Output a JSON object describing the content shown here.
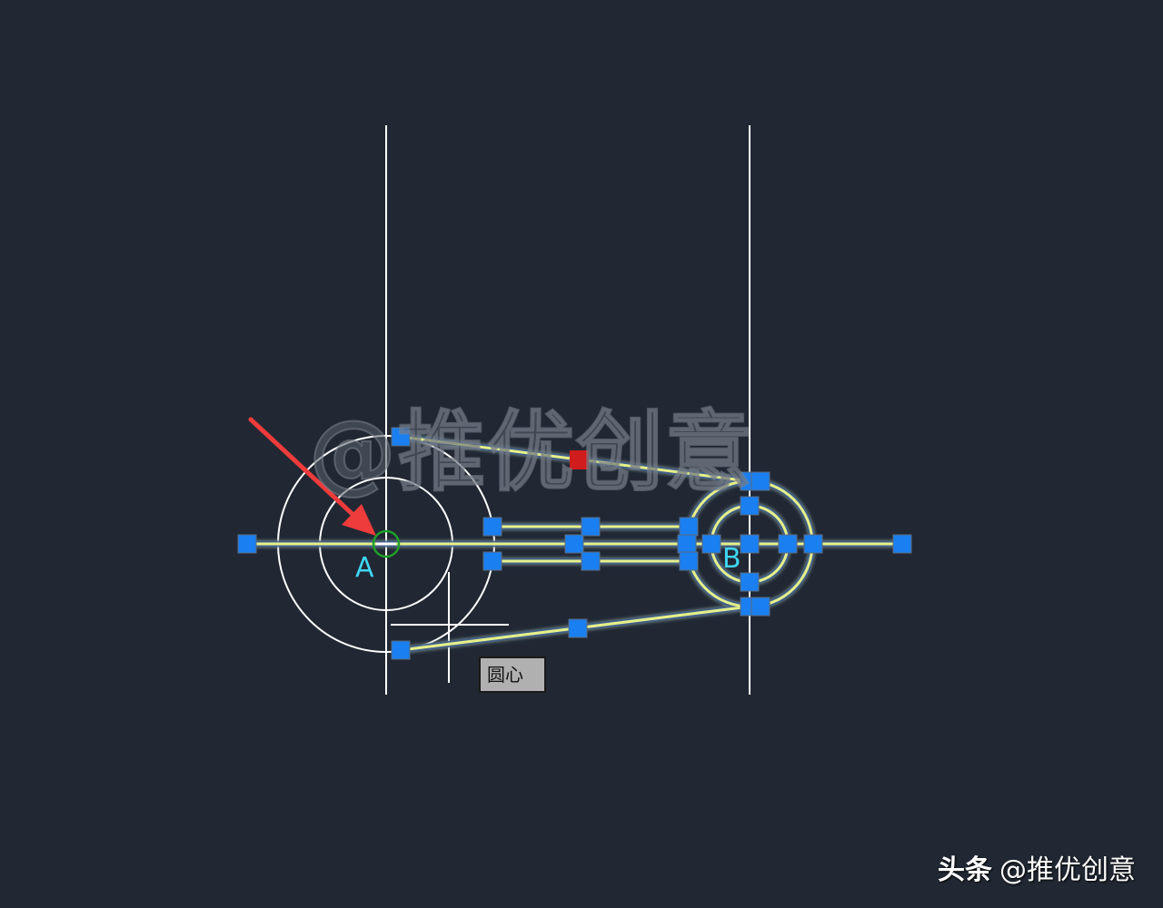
{
  "canvas": {
    "background": "#212833",
    "line_color": "#ffffff",
    "selected_line_color": "#e6f08a",
    "grip_color": "#1a7ff0",
    "hot_grip_color": "#d01c1c",
    "snap_marker_color": "#1fa02a",
    "arrow_color": "#ee3b3b"
  },
  "labels": {
    "point_a": "A",
    "point_b": "B"
  },
  "osnap_tooltip": "圆心",
  "watermark": "@推优创意",
  "credit": {
    "brand": "头条",
    "handle": "@推优创意"
  }
}
